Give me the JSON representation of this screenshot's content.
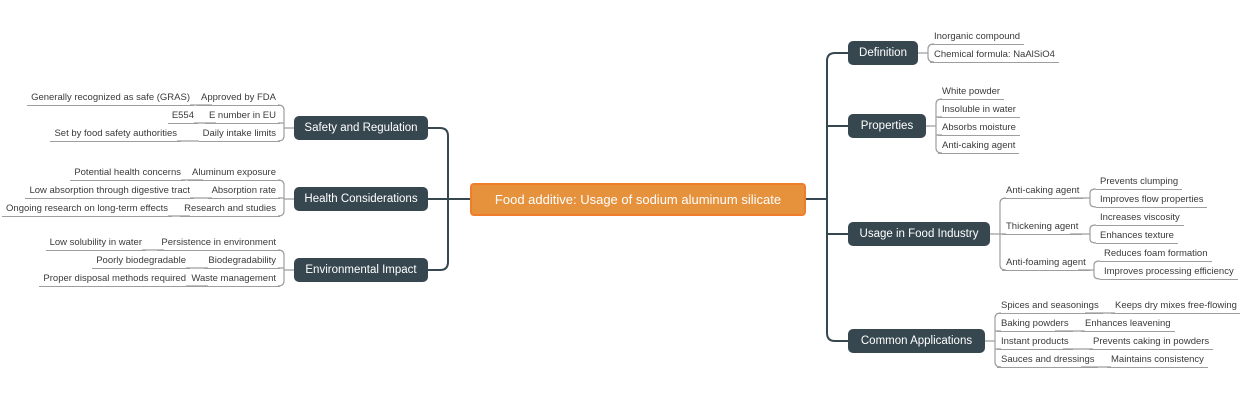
{
  "root": {
    "label": "Food additive: Usage of sodium aluminum silicate"
  },
  "colors": {
    "root_fill": "#E6913C",
    "root_border": "#F07D2A",
    "branch_node_fill": "#37474F",
    "branch_node_text": "#FFFFFF",
    "branch_line": "#37474F",
    "leaf_line": "#9E9E9E",
    "leaf_text": "#3A3A3A",
    "background": "#FFFFFF"
  },
  "left": [
    {
      "label": "Safety and Regulation",
      "children": [
        {
          "label": "Approved by FDA",
          "children": [
            {
              "label": "Generally recognized as safe (GRAS)"
            }
          ]
        },
        {
          "label": "E number in EU",
          "children": [
            {
              "label": "E554"
            }
          ]
        },
        {
          "label": "Daily intake limits",
          "children": [
            {
              "label": "Set by food safety authorities"
            }
          ]
        }
      ]
    },
    {
      "label": "Health Considerations",
      "children": [
        {
          "label": "Aluminum exposure",
          "children": [
            {
              "label": "Potential health concerns"
            }
          ]
        },
        {
          "label": "Absorption rate",
          "children": [
            {
              "label": "Low absorption through digestive tract"
            }
          ]
        },
        {
          "label": "Research and studies",
          "children": [
            {
              "label": "Ongoing research on long-term effects"
            }
          ]
        }
      ]
    },
    {
      "label": "Environmental Impact",
      "children": [
        {
          "label": "Persistence in environment",
          "children": [
            {
              "label": "Low solubility in water"
            }
          ]
        },
        {
          "label": "Biodegradability",
          "children": [
            {
              "label": "Poorly biodegradable"
            }
          ]
        },
        {
          "label": "Waste management",
          "children": [
            {
              "label": "Proper disposal methods required"
            }
          ]
        }
      ]
    }
  ],
  "right": [
    {
      "label": "Definition",
      "children": [
        {
          "label": "Inorganic compound"
        },
        {
          "label": "Chemical formula: NaAlSiO4"
        }
      ]
    },
    {
      "label": "Properties",
      "children": [
        {
          "label": "White powder"
        },
        {
          "label": "Insoluble in water"
        },
        {
          "label": "Absorbs moisture"
        },
        {
          "label": "Anti-caking agent"
        }
      ]
    },
    {
      "label": "Usage in Food Industry",
      "children": [
        {
          "label": "Anti-caking agent",
          "children": [
            {
              "label": "Prevents clumping"
            },
            {
              "label": "Improves flow properties"
            }
          ]
        },
        {
          "label": "Thickening agent",
          "children": [
            {
              "label": "Increases viscosity"
            },
            {
              "label": "Enhances texture"
            }
          ]
        },
        {
          "label": "Anti-foaming agent",
          "children": [
            {
              "label": "Reduces foam formation"
            },
            {
              "label": "Improves processing efficiency"
            }
          ]
        }
      ]
    },
    {
      "label": "Common Applications",
      "children": [
        {
          "label": "Spices and seasonings",
          "children": [
            {
              "label": "Keeps dry mixes free-flowing"
            }
          ]
        },
        {
          "label": "Baking powders",
          "children": [
            {
              "label": "Enhances leavening"
            }
          ]
        },
        {
          "label": "Instant products",
          "children": [
            {
              "label": "Prevents caking in powders"
            }
          ]
        },
        {
          "label": "Sauces and dressings",
          "children": [
            {
              "label": "Maintains consistency"
            }
          ]
        }
      ]
    }
  ]
}
